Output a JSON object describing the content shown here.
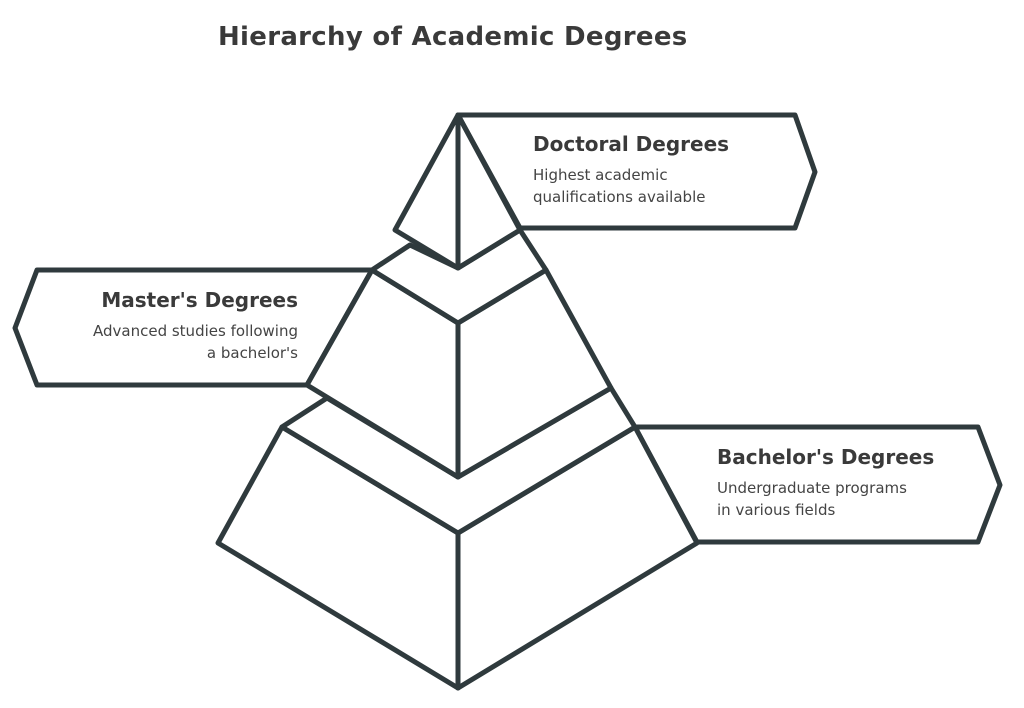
{
  "title": "Hierarchy of Academic Degrees",
  "stroke_color": "#2f3a3d",
  "levels": [
    {
      "name": "Doctoral Degrees",
      "description_lines": [
        "Highest academic",
        "qualifications available"
      ],
      "position": "top",
      "banner_side": "right"
    },
    {
      "name": "Master's Degrees",
      "description_lines": [
        "Advanced studies following",
        "a bachelor's"
      ],
      "position": "middle",
      "banner_side": "left"
    },
    {
      "name": "Bachelor's Degrees",
      "description_lines": [
        "Undergraduate programs",
        "in various fields"
      ],
      "position": "bottom",
      "banner_side": "right"
    }
  ]
}
